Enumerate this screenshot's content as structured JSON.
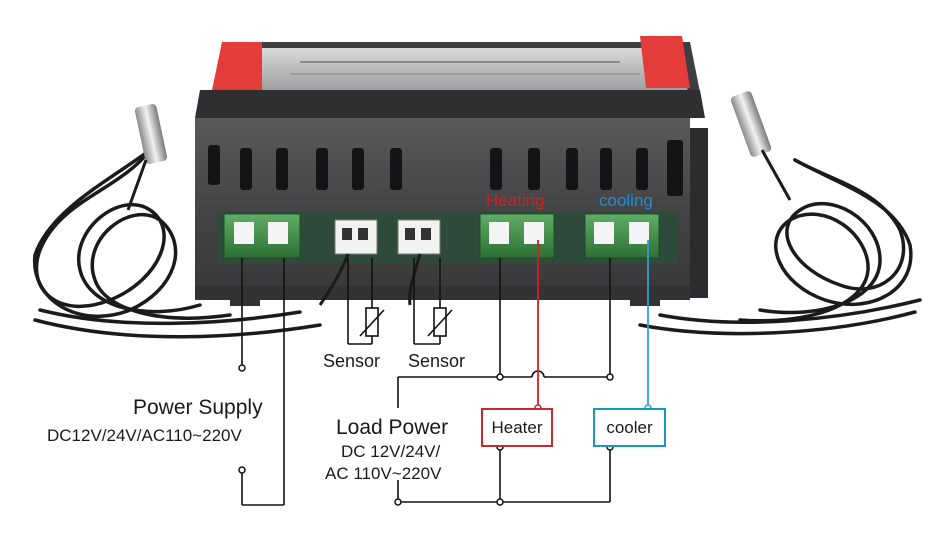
{
  "labels": {
    "sensor_1": "Sensor",
    "sensor_2": "Sensor",
    "heating": "Heating",
    "cooling": "cooling",
    "power_supply_title": "Power Supply",
    "power_supply_spec": "DC12V/24V/AC110~220V",
    "load_power_title": "Load Power",
    "load_power_spec_line1": "DC 12V/24V/",
    "load_power_spec_line2": "AC 110V~220V",
    "heater": "Heater",
    "cooler": "cooler"
  },
  "colors": {
    "heating_wire": "#d42020",
    "cooling_wire": "#2d9fd0",
    "common_wire": "#111111",
    "device_body": "#4a4a4c",
    "terminal_green": "#3f8f4a",
    "clip_red": "#e43b3b"
  }
}
